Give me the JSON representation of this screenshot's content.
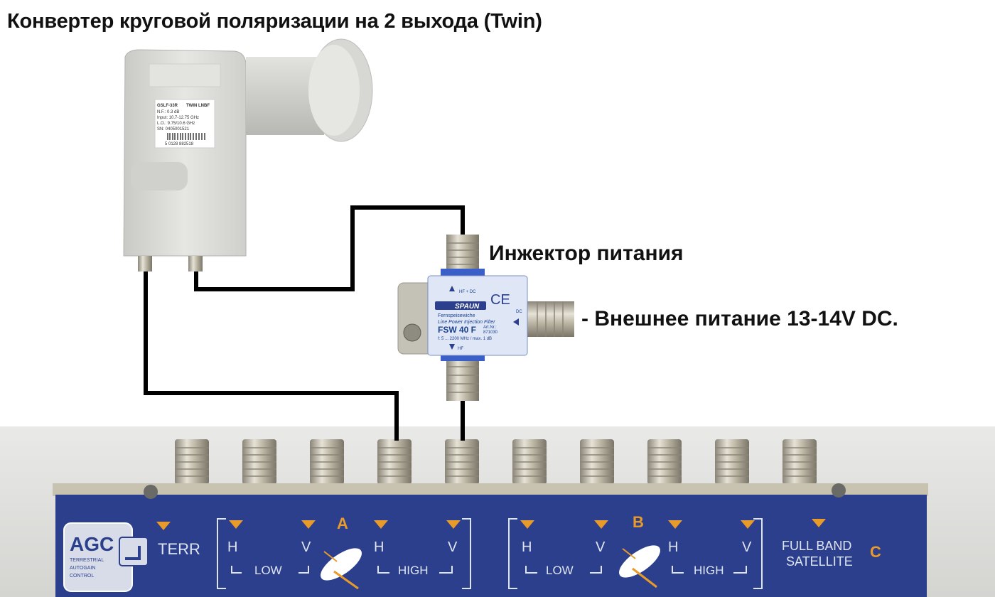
{
  "title": "Конвертер круговой поляризации на 2 выхода (Twin)",
  "labels": {
    "injector": "Инжектор питания",
    "power": "- Внешнее питание 13-14V DC."
  },
  "lnb": {
    "model": "GSLF-33R",
    "type": "TWIN LNBF",
    "nf": "N.F.: 0.3 dB",
    "input": "Input: 10.7-12.75 GHz",
    "lo": "L.O.: 9.75/10.6 GHz",
    "sn": "SN: 0405001521",
    "barcode": "5 0128 882518"
  },
  "injector": {
    "brand": "SPAUN",
    "name_de": "Fernspeisewiche",
    "name_en": "Line Power Injection Filter",
    "model": "FSW 40 F",
    "freq": "f: 5 ... 2200 MHz / max. 1 dB",
    "art": "Art.Nr.:",
    "art_no": "871030",
    "port_top": "HF + DC",
    "port_bottom": "HF",
    "port_right": "DC"
  },
  "multiswitch": {
    "agc_title": "AGC",
    "agc_sub": [
      "TERRESTRIAL",
      "AUTOGAIN",
      "CONTROL"
    ],
    "terr": "TERR",
    "group_a": "A",
    "group_b": "B",
    "group_c": "C",
    "h": "H",
    "v": "V",
    "low": "LOW",
    "high": "HIGH",
    "full_band": "FULL BAND",
    "satellite": "SATELLITE"
  },
  "colors": {
    "panel": "#2b3f8c",
    "accent": "#e89a2a",
    "cable": "#000000",
    "lnb_body": "#d9d9d6"
  }
}
